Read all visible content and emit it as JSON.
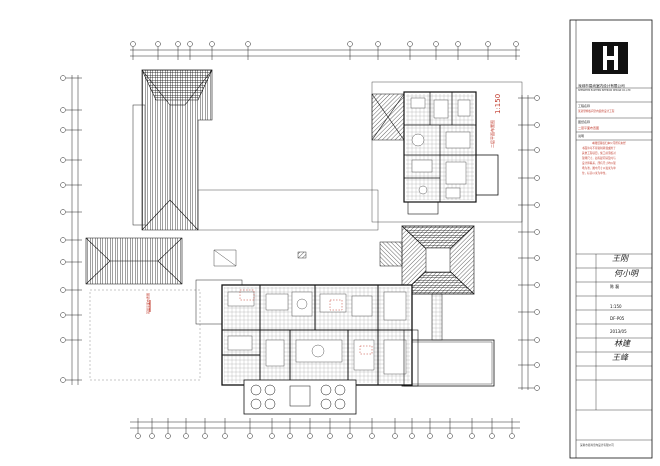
{
  "title_block": {
    "company_cn": "深圳市易尚室内设计有限公司",
    "company_en": "SHENZHEN EASTERN INTERIOR DESIGN CO.,LTD",
    "project_label": "工程名称",
    "project_name": "某别墅样板间室内装修设计工程",
    "drawing_label": "图纸名称",
    "drawing_name": "二层平面布置图",
    "notes_label": "说明",
    "notes_lines": [
      "本图纸版权归本公司所有未经",
      "书面许可不得复制转载或用于",
      "其他工程项目，施工前须核对",
      "现场尺寸，如有疑问请及时与",
      "设计师联系，所有尺寸均以现",
      "场为准。图中尺寸以毫米为单",
      "位，标高以米为单位。"
    ],
    "signature_1": "王刚",
    "signature_2": "何小明",
    "row_name": "陈 磊",
    "scale": "1:150",
    "sheet_no": "DF-P05",
    "date": "2013/05",
    "signature_3": "林建",
    "signature_4": "王峰",
    "footer": "深圳市易尚室内设计有限公司"
  },
  "upper_plan": {
    "title": "二层平面布置图",
    "scale": "1:150"
  },
  "left_building_label": "首层平面布置图"
}
